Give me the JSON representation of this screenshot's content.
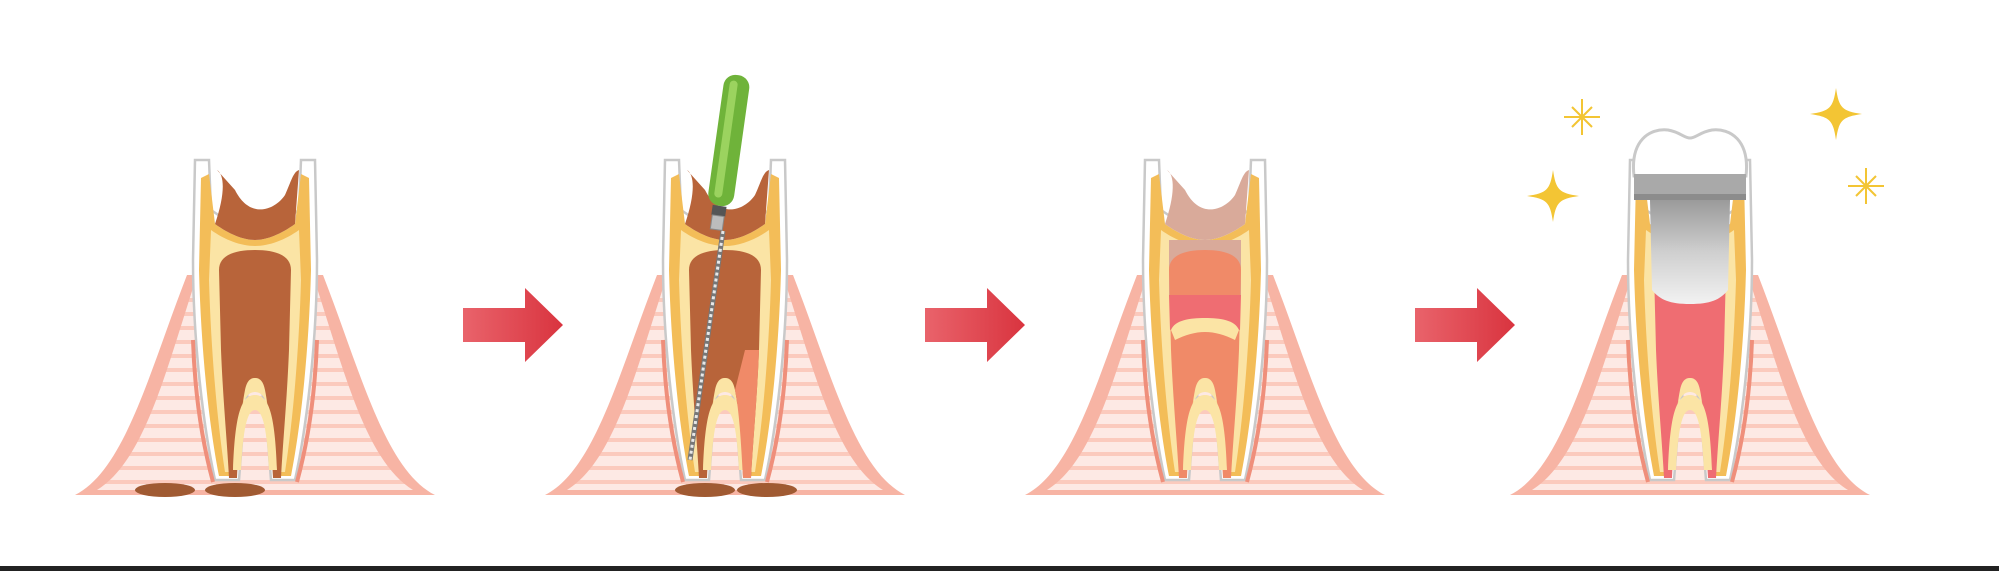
{
  "diagram": {
    "steps": [
      {
        "stage": "infected-pulp"
      },
      {
        "stage": "canal-cleaning"
      },
      {
        "stage": "canal-filled"
      },
      {
        "stage": "crown-placed"
      }
    ],
    "arrows": 3
  },
  "colors": {
    "gum": "#f7b4a4",
    "gum_stripe": "#fbd6cc",
    "enamel": "#f3bd58",
    "dentin": "#fbe4a5",
    "pulp": "#f08a68",
    "decay": "#b8643a",
    "root_filling": "#ef6d72",
    "temp_filling": "#d9aa9a",
    "crown_metal": "#a9a9a9",
    "file_handle": "#7bc043",
    "arrow": "#e04a55",
    "sparkle": "#f3c534"
  }
}
